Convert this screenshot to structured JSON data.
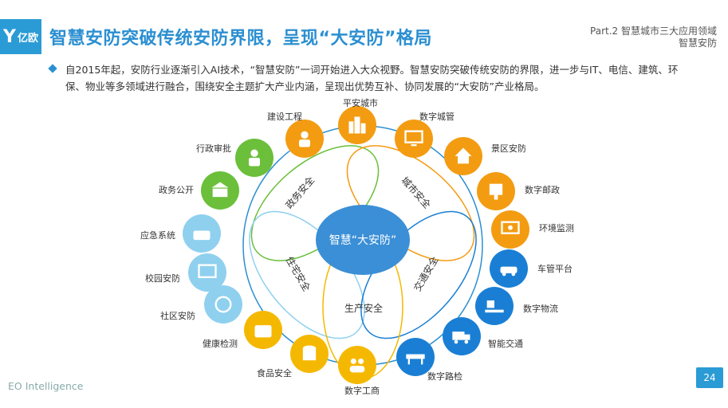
{
  "header": {
    "logo_text": "亿欧",
    "title": "智慧安防突破传统安防界限，呈现“大安防”格局",
    "part_line1": "Part.2 智慧城市三大应用领域",
    "part_line2": "智慧安防"
  },
  "intro": "自2015年起，安防行业逐渐引入AI技术，“智慧安防”一词开始进入大众视野。智慧安防突破传统安防的界限，进一步与IT、电信、建筑、环保、物业等多领域进行融合，围绕安全主题扩大产业内涵，呈现出优势互补、协同发展的“大安防”产业格局。",
  "center_label": "智慧“大安防”",
  "petals": {
    "gov": "政务安全",
    "city": "城市安全",
    "home": "住宅安全",
    "traffic": "交通安全",
    "production": "生产安全"
  },
  "nodes": [
    {
      "label": "建设工程",
      "icon": "worker-icon",
      "color": "#f39c12"
    },
    {
      "label": "平安城市",
      "icon": "city-buildings-icon",
      "color": "#f39c12"
    },
    {
      "label": "数字城管",
      "icon": "monitor-icon",
      "color": "#f39c12"
    },
    {
      "label": "景区安防",
      "icon": "scenic-icon",
      "color": "#f39c12"
    },
    {
      "label": "数字邮政",
      "icon": "mailbox-icon",
      "color": "#f39c12"
    },
    {
      "label": "环境监测",
      "icon": "environment-monitor-icon",
      "color": "#f39c12"
    },
    {
      "label": "车管平台",
      "icon": "cars-icon",
      "color": "#1a7fd4"
    },
    {
      "label": "数字物流",
      "icon": "conveyor-icon",
      "color": "#1a7fd4"
    },
    {
      "label": "智能交通",
      "icon": "truck-icon",
      "color": "#1a7fd4"
    },
    {
      "label": "数字路检",
      "icon": "road-barrier-icon",
      "color": "#1a7fd4"
    },
    {
      "label": "数字工商",
      "icon": "people-icon",
      "color": "#f5b800"
    },
    {
      "label": "食品安全",
      "icon": "food-can-icon",
      "color": "#f5b800"
    },
    {
      "label": "健康检测",
      "icon": "medical-kit-icon",
      "color": "#f5b800"
    },
    {
      "label": "社区安防",
      "icon": "community-icon",
      "color": "#8fd0ef"
    },
    {
      "label": "校园安防",
      "icon": "blackboard-icon",
      "color": "#8fd0ef"
    },
    {
      "label": "应急系统",
      "icon": "emergency-icon",
      "color": "#8fd0ef"
    },
    {
      "label": "政务公开",
      "icon": "government-building-icon",
      "color": "#6bbf3a"
    },
    {
      "label": "行政审批",
      "icon": "official-icon",
      "color": "#6bbf3a"
    }
  ],
  "footer": "EO Intelligence",
  "page_number": "24"
}
